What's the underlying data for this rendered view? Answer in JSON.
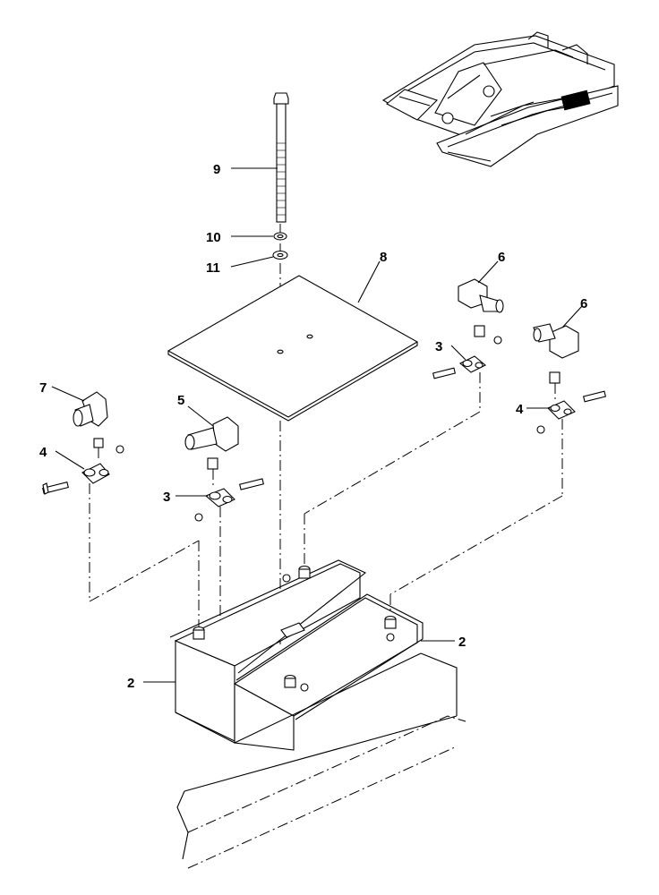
{
  "diagram": {
    "type": "exploded parts diagram",
    "line_color": "#000000",
    "background": "#ffffff"
  },
  "callouts": {
    "c2a": "2",
    "c2b": "2",
    "c3a": "3",
    "c3b": "3",
    "c4a": "4",
    "c4b": "4",
    "c5": "5",
    "c6a": "6",
    "c6b": "6",
    "c7": "7",
    "c8": "8",
    "c9": "9",
    "c10": "10",
    "c11": "11"
  }
}
